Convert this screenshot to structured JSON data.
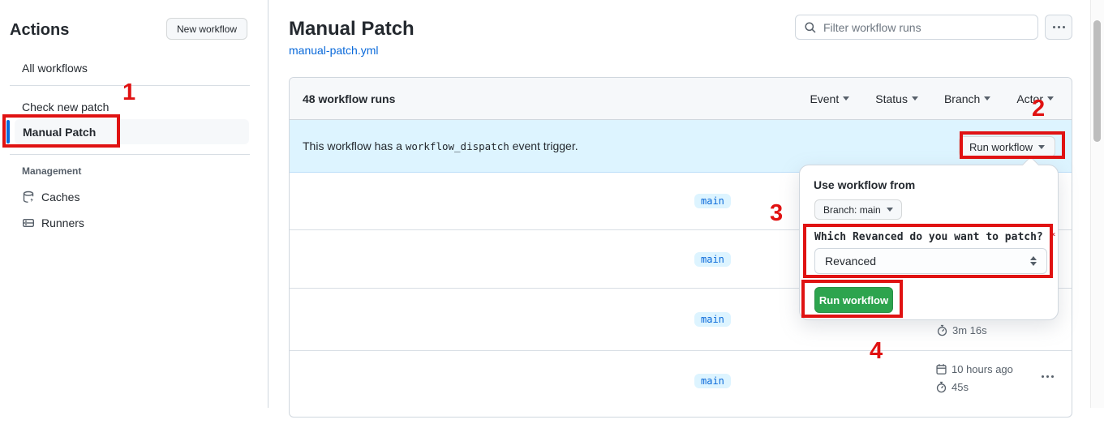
{
  "sidebar": {
    "title": "Actions",
    "new_workflow_button": "New workflow",
    "items": [
      {
        "label": "All workflows"
      },
      {
        "label": "Check new patch"
      },
      {
        "label": "Manual Patch"
      }
    ],
    "management_label": "Management",
    "management_items": [
      {
        "label": "Caches"
      },
      {
        "label": "Runners"
      }
    ]
  },
  "main": {
    "title": "Manual Patch",
    "workflow_file": "manual-patch.yml",
    "filter_placeholder": "Filter workflow runs"
  },
  "runs": {
    "count": "48 workflow runs",
    "filters": [
      "Event",
      "Status",
      "Branch",
      "Actor"
    ],
    "banner": {
      "prefix": "This workflow has a ",
      "code": "workflow_dispatch",
      "suffix": " event trigger.",
      "button": "Run workflow"
    },
    "rows": [
      {
        "branch": "main"
      },
      {
        "branch": "main"
      },
      {
        "branch": "main",
        "duration": "3m 16s"
      },
      {
        "branch": "main",
        "date": "10 hours ago",
        "duration": "45s"
      }
    ]
  },
  "dialog": {
    "heading": "Use workflow from",
    "branch_selector": "Branch: main",
    "question": "Which Revanced do you want to patch?",
    "required_marker": "*",
    "selected_option": "Revanced",
    "submit_button": "Run workflow"
  },
  "annotations": {
    "step1": "1",
    "step2": "2",
    "step3": "3",
    "step4": "4"
  },
  "colors": {
    "accent_blue": "#0969da",
    "banner_bg": "#ddf4ff",
    "success_green": "#2da44e",
    "annotation_red": "#e01212",
    "tab_indicator_coral": "#fd8c73"
  }
}
